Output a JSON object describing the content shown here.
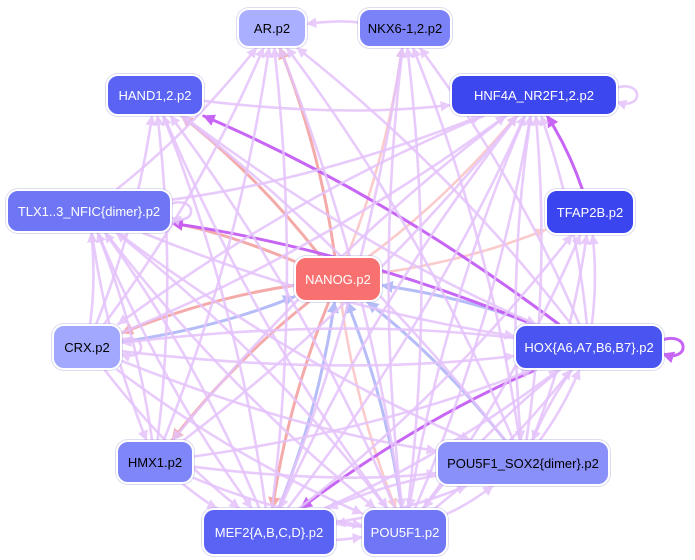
{
  "network": {
    "nodes": [
      {
        "id": "ar",
        "label": "AR.p2",
        "color": "#aab0ff",
        "text_color": "#000000"
      },
      {
        "id": "nkx",
        "label": "NKX6-1,2.p2",
        "color": "#7b82f8",
        "text_color": "#000000"
      },
      {
        "id": "hand",
        "label": "HAND1,2.p2",
        "color": "#5a63f4",
        "text_color": "#ffffff"
      },
      {
        "id": "hnf",
        "label": "HNF4A_NR2F1,2.p2",
        "color": "#3d47ee",
        "text_color": "#ffffff"
      },
      {
        "id": "tlx",
        "label": "TLX1..3_NFIC{dimer}.p2",
        "color": "#6e76f6",
        "text_color": "#ffffff"
      },
      {
        "id": "tfap",
        "label": "TFAP2B.p2",
        "color": "#3a44ef",
        "text_color": "#ffffff"
      },
      {
        "id": "nanog",
        "label": "NANOG.p2",
        "color": "#f87070",
        "text_color": "#ffffff"
      },
      {
        "id": "crx",
        "label": "CRX.p2",
        "color": "#a2a8fd",
        "text_color": "#000000"
      },
      {
        "id": "hox",
        "label": "HOX{A6,A7,B6,B7}.p2",
        "color": "#4a54f1",
        "text_color": "#ffffff"
      },
      {
        "id": "hmx",
        "label": "HMX1.p2",
        "color": "#7e86f8",
        "text_color": "#000000"
      },
      {
        "id": "pousox",
        "label": "POU5F1_SOX2{dimer}.p2",
        "color": "#8a90fa",
        "text_color": "#000000"
      },
      {
        "id": "mef",
        "label": "MEF2{A,B,C,D}.p2",
        "color": "#5a63f4",
        "text_color": "#ffffff"
      },
      {
        "id": "pou",
        "label": "POU5F1.p2",
        "color": "#6f77f6",
        "text_color": "#ffffff"
      }
    ],
    "edge_colors": {
      "lilac": "#e4c3fb",
      "violet": "#c55df5",
      "salmon": "#f5a6a6",
      "pink": "#fbc2c2",
      "blue": "#b2b9f7"
    },
    "edges": [
      {
        "from": "nanog",
        "to": "ar",
        "color": "salmon"
      },
      {
        "from": "nanog",
        "to": "nkx",
        "color": "pink"
      },
      {
        "from": "nanog",
        "to": "hand",
        "color": "salmon"
      },
      {
        "from": "nanog",
        "to": "hnf",
        "color": "pink"
      },
      {
        "from": "nanog",
        "to": "tlx",
        "color": "salmon"
      },
      {
        "from": "nanog",
        "to": "tfap",
        "color": "pink"
      },
      {
        "from": "nanog",
        "to": "hmx",
        "color": "salmon"
      },
      {
        "from": "nanog",
        "to": "mef",
        "color": "salmon"
      },
      {
        "from": "nanog",
        "to": "pou",
        "color": "pink"
      },
      {
        "from": "nanog",
        "to": "crx",
        "color": "salmon"
      },
      {
        "from": "hox",
        "to": "nanog",
        "color": "blue"
      },
      {
        "from": "pousox",
        "to": "nanog",
        "color": "blue"
      },
      {
        "from": "pou",
        "to": "nanog",
        "color": "blue"
      },
      {
        "from": "mef",
        "to": "nanog",
        "color": "blue"
      },
      {
        "from": "crx",
        "to": "nanog",
        "color": "blue"
      },
      {
        "from": "tfap",
        "to": "hnf",
        "color": "violet"
      },
      {
        "from": "hox",
        "to": "mef",
        "color": "violet"
      },
      {
        "from": "hox",
        "to": "hand",
        "color": "violet"
      },
      {
        "from": "hox",
        "to": "tlx",
        "color": "violet"
      },
      {
        "from": "nkx",
        "to": "ar",
        "color": "lilac"
      },
      {
        "from": "hand",
        "to": "hnf",
        "color": "lilac"
      },
      {
        "from": "tlx",
        "to": "hnf",
        "color": "lilac"
      },
      {
        "from": "crx",
        "to": "hnf",
        "color": "lilac"
      },
      {
        "from": "hmx",
        "to": "hnf",
        "color": "lilac"
      },
      {
        "from": "mef",
        "to": "hnf",
        "color": "lilac"
      },
      {
        "from": "pou",
        "to": "hnf",
        "color": "lilac"
      },
      {
        "from": "pousox",
        "to": "hnf",
        "color": "lilac"
      },
      {
        "from": "hox",
        "to": "hnf",
        "color": "lilac"
      },
      {
        "from": "tlx",
        "to": "ar",
        "color": "lilac"
      },
      {
        "from": "crx",
        "to": "ar",
        "color": "lilac"
      },
      {
        "from": "hmx",
        "to": "ar",
        "color": "lilac"
      },
      {
        "from": "mef",
        "to": "ar",
        "color": "lilac"
      },
      {
        "from": "pou",
        "to": "ar",
        "color": "lilac"
      },
      {
        "from": "pousox",
        "to": "ar",
        "color": "lilac"
      },
      {
        "from": "hox",
        "to": "ar",
        "color": "lilac"
      },
      {
        "from": "crx",
        "to": "hand",
        "color": "lilac"
      },
      {
        "from": "hmx",
        "to": "hand",
        "color": "lilac"
      },
      {
        "from": "mef",
        "to": "hand",
        "color": "lilac"
      },
      {
        "from": "pou",
        "to": "hand",
        "color": "lilac"
      },
      {
        "from": "pousox",
        "to": "hand",
        "color": "lilac"
      },
      {
        "from": "pou",
        "to": "nkx",
        "color": "lilac"
      },
      {
        "from": "pousox",
        "to": "nkx",
        "color": "lilac"
      },
      {
        "from": "mef",
        "to": "nkx",
        "color": "lilac"
      },
      {
        "from": "hox",
        "to": "nkx",
        "color": "lilac"
      },
      {
        "from": "crx",
        "to": "tlx",
        "color": "lilac"
      },
      {
        "from": "hmx",
        "to": "tlx",
        "color": "lilac"
      },
      {
        "from": "mef",
        "to": "tlx",
        "color": "lilac"
      },
      {
        "from": "pou",
        "to": "tlx",
        "color": "lilac"
      },
      {
        "from": "pou",
        "to": "tfap",
        "color": "lilac"
      },
      {
        "from": "pousox",
        "to": "tfap",
        "color": "lilac"
      },
      {
        "from": "mef",
        "to": "tfap",
        "color": "lilac"
      },
      {
        "from": "hox",
        "to": "tfap",
        "color": "lilac"
      },
      {
        "from": "crx",
        "to": "hox",
        "color": "lilac"
      },
      {
        "from": "hmx",
        "to": "hox",
        "color": "lilac"
      },
      {
        "from": "mef",
        "to": "hox",
        "color": "lilac"
      },
      {
        "from": "pou",
        "to": "hox",
        "color": "lilac"
      },
      {
        "from": "pousox",
        "to": "hox",
        "color": "lilac"
      },
      {
        "from": "tlx",
        "to": "hox",
        "color": "lilac"
      },
      {
        "from": "hand",
        "to": "hox",
        "color": "lilac"
      },
      {
        "from": "tlx",
        "to": "pousox",
        "color": "lilac"
      },
      {
        "from": "crx",
        "to": "pousox",
        "color": "lilac"
      },
      {
        "from": "hmx",
        "to": "pousox",
        "color": "lilac"
      },
      {
        "from": "mef",
        "to": "pousox",
        "color": "lilac"
      },
      {
        "from": "pou",
        "to": "pousox",
        "color": "lilac"
      },
      {
        "from": "hox",
        "to": "pousox",
        "color": "lilac"
      },
      {
        "from": "hnf",
        "to": "pousox",
        "color": "lilac"
      },
      {
        "from": "tlx",
        "to": "mef",
        "color": "lilac"
      },
      {
        "from": "crx",
        "to": "mef",
        "color": "lilac"
      },
      {
        "from": "hmx",
        "to": "mef",
        "color": "lilac"
      },
      {
        "from": "pou",
        "to": "mef",
        "color": "lilac"
      },
      {
        "from": "pousox",
        "to": "mef",
        "color": "lilac"
      },
      {
        "from": "hnf",
        "to": "mef",
        "color": "lilac"
      },
      {
        "from": "tlx",
        "to": "pou",
        "color": "lilac"
      },
      {
        "from": "crx",
        "to": "pou",
        "color": "lilac"
      },
      {
        "from": "hmx",
        "to": "pou",
        "color": "lilac"
      },
      {
        "from": "mef",
        "to": "pou",
        "color": "lilac"
      },
      {
        "from": "hand",
        "to": "pou",
        "color": "lilac"
      },
      {
        "from": "hnf",
        "to": "pou",
        "color": "lilac"
      },
      {
        "from": "nkx",
        "to": "pou",
        "color": "lilac"
      },
      {
        "from": "hox",
        "to": "pou",
        "color": "lilac"
      },
      {
        "from": "tlx",
        "to": "hmx",
        "color": "lilac"
      },
      {
        "from": "hnf",
        "to": "hmx",
        "color": "lilac"
      },
      {
        "from": "hox",
        "to": "crx",
        "color": "lilac"
      },
      {
        "from": "hnf",
        "to": "crx",
        "color": "lilac"
      },
      {
        "from": "hox",
        "to": "hox",
        "color": "violet"
      },
      {
        "from": "hnf",
        "to": "hnf",
        "color": "lilac"
      },
      {
        "from": "crx",
        "to": "crx",
        "color": "lilac"
      },
      {
        "from": "tlx",
        "to": "tlx",
        "color": "lilac"
      }
    ]
  }
}
